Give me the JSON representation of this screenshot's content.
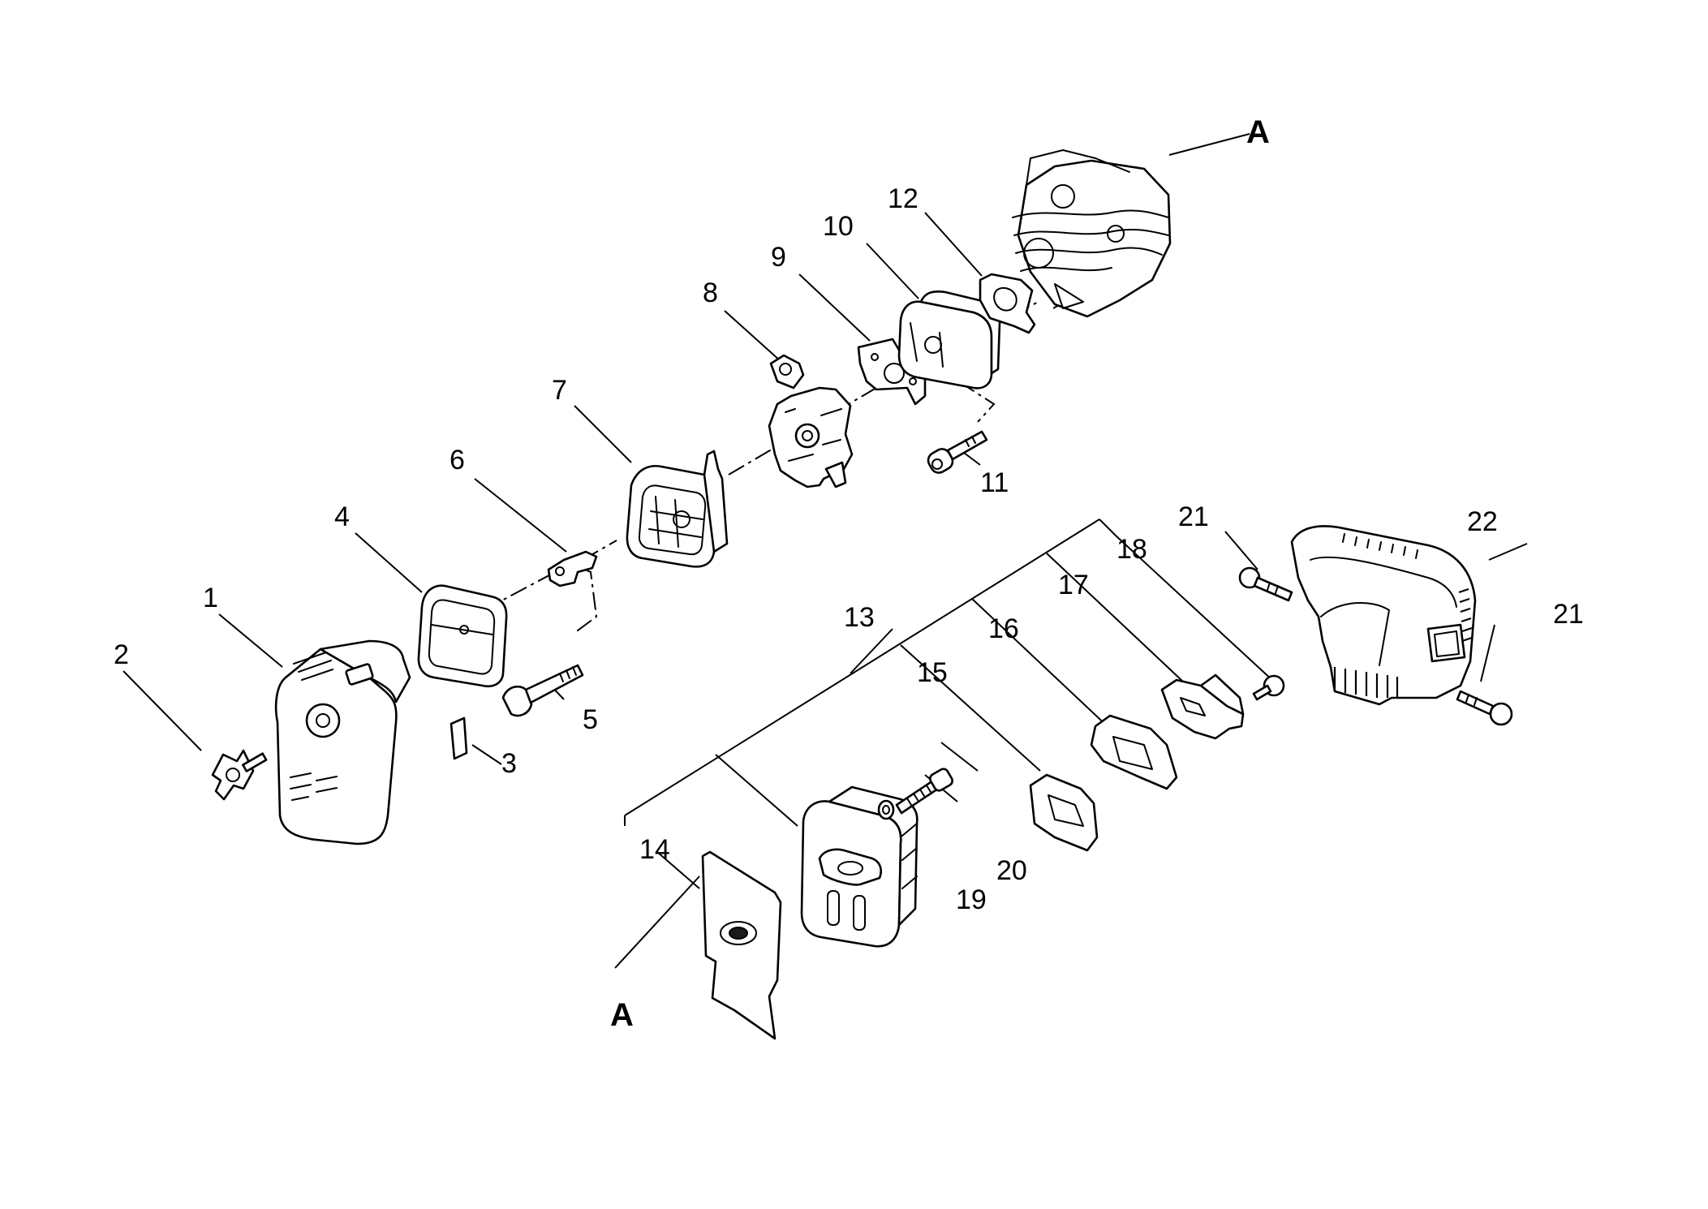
{
  "diagram": {
    "callouts": {
      "c1": "1",
      "c2": "2",
      "c3": "3",
      "c4": "4",
      "c5": "5",
      "c6": "6",
      "c7": "7",
      "c8": "8",
      "c9": "9",
      "c10": "10",
      "c11": "11",
      "c12": "12",
      "c13": "13",
      "c14": "14",
      "c15": "15",
      "c16": "16",
      "c17": "17",
      "c18": "18",
      "c19": "19",
      "c20": "20",
      "c21a": "21",
      "c21b": "21",
      "c22": "22"
    },
    "reference_marks": {
      "top": "A",
      "bottom": "A"
    }
  }
}
